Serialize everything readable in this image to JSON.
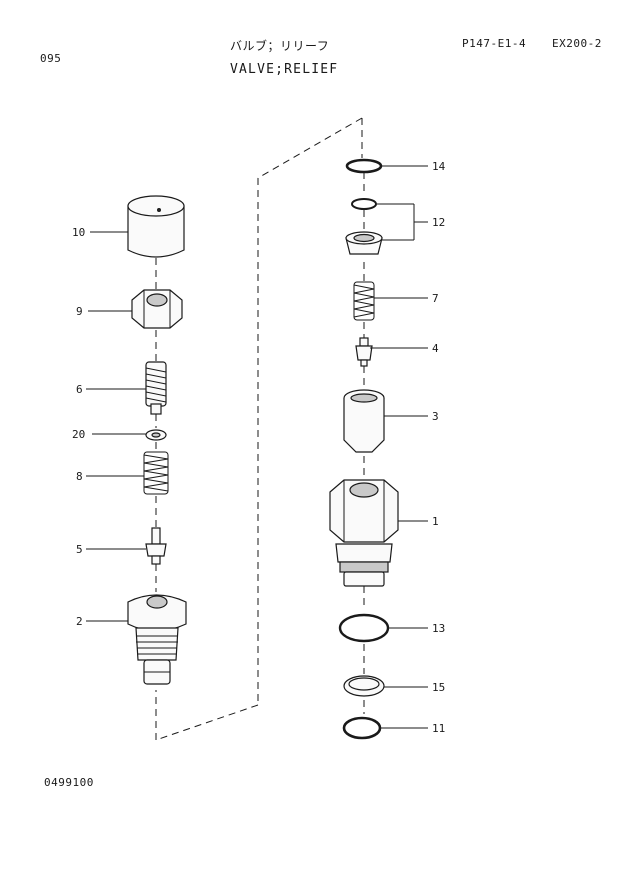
{
  "header": {
    "page_number": "095",
    "title_jp": "バルブ；リリーフ",
    "title_en": "VALVE;RELIEF",
    "ref_code": "P147-E1-4",
    "model": "EX200-2"
  },
  "footer": {
    "drawing_number": "0499100"
  },
  "callouts": {
    "c10": "10",
    "c9": "9",
    "c6": "6",
    "c20": "20",
    "c8": "8",
    "c5": "5",
    "c2": "2",
    "c14": "14",
    "c12": "12",
    "c7": "7",
    "c4": "4",
    "c3": "3",
    "c1": "1",
    "c13": "13",
    "c15": "15",
    "c11": "11"
  }
}
